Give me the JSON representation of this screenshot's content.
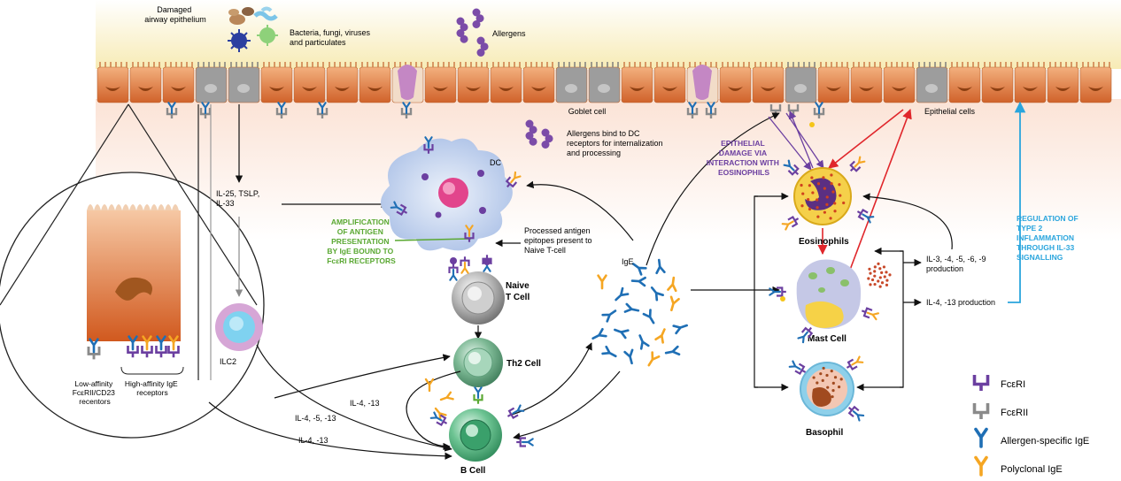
{
  "labels": {
    "damaged_epithelium": [
      "Damaged",
      "airway epithelium"
    ],
    "pathogens": [
      "Bacteria, fungi, viruses",
      "and particulates"
    ],
    "allergens": "Allergens",
    "goblet_cell": "Goblet cell",
    "epithelial_cells": "Epithelial cells",
    "allergens_bind_dc": [
      "Allergens bind to DC",
      "receptors for internalization",
      "and processing"
    ],
    "dc": "DC",
    "alarmins": [
      "IL-25, TSLP,",
      "IL-33"
    ],
    "amplification": [
      "AMPLIFICATION",
      "OF ANTIGEN",
      "PRESENTATION",
      "BY IgE BOUND TO",
      "FcεRI RECEPTORS"
    ],
    "processed_antigen": [
      "Processed antigen",
      "epitopes present to",
      "Naive T-cell"
    ],
    "naive_t_cell": [
      "Naive",
      "T Cell"
    ],
    "th2_cell": "Th2 Cell",
    "b_cell": "B Cell",
    "ilc2": "ILC2",
    "ige": "IgE",
    "il4_13_th2": "IL-4, -13",
    "il4_5_13": "IL-4, -5, -13",
    "il4_13_ilc2": "IL-4, -13",
    "epithelial_damage": [
      "EPITHELIAL",
      "DAMAGE VIA",
      "INTERACTION WITH",
      "EOSINOPHILS"
    ],
    "eosinophils": "Eosinophils",
    "mast_cell": "Mast Cell",
    "basophil": "Basophil",
    "il3_production": [
      "IL-3, -4, -5, -6, -9",
      "production"
    ],
    "il4_production": "IL-4, -13 production",
    "regulation": [
      "REGULATION OF",
      "TYPE 2",
      "INFLAMMATION",
      "THROUGH IL-33",
      "SIGNALLING"
    ],
    "low_affinity": [
      "Low-affinity",
      "FcεRII/CD23",
      "recentors"
    ],
    "high_affinity": [
      "High-affinity IgE",
      "receptors"
    ]
  },
  "legend": [
    {
      "label": "FcεRI",
      "icon": "fceri-receptor-icon",
      "color": "#6b3fa0"
    },
    {
      "label": "FcεRII",
      "icon": "fcerii-receptor-icon",
      "color": "#8a8a8a"
    },
    {
      "label": "Allergen-specific IgE",
      "icon": "allergen-specific-ige-icon",
      "color": "#1f6fb5"
    },
    {
      "label": "Polyclonal IgE",
      "icon": "polyclonal-ige-icon",
      "color": "#f5a623"
    }
  ],
  "colors": {
    "annotation_purple": "#6b3fa0",
    "annotation_green": "#5aa832",
    "annotation_blue": "#2aa5dd",
    "red_arrow": "#e0262b",
    "epithelium": "#d9743a"
  }
}
